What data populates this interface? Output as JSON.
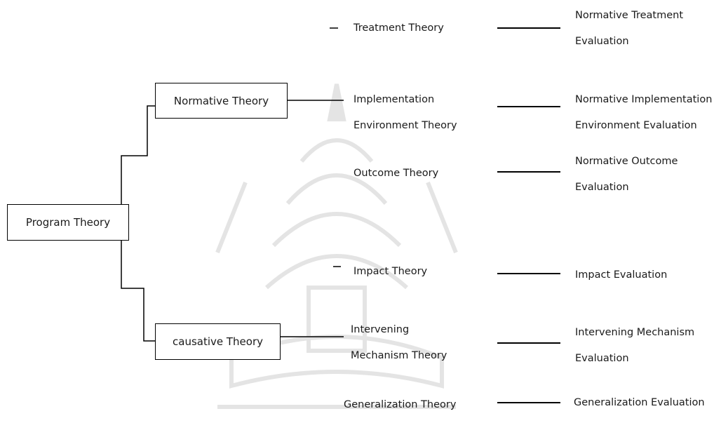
{
  "root": {
    "label": "Program Theory"
  },
  "branches": [
    {
      "label": "Normative Theory",
      "children": [
        {
          "theory": [
            "Treatment Theory"
          ],
          "evaluation": [
            "Normative Treatment",
            "Evaluation"
          ]
        },
        {
          "theory": [
            "Implementation",
            "Environment Theory"
          ],
          "evaluation": [
            "Normative Implementation",
            "Environment Evaluation"
          ]
        },
        {
          "theory": [
            "Outcome Theory"
          ],
          "evaluation": [
            "Normative Outcome",
            "Evaluation"
          ]
        }
      ]
    },
    {
      "label": "causative Theory",
      "children": [
        {
          "theory": [
            "Impact Theory"
          ],
          "evaluation": [
            "Impact Evaluation"
          ]
        },
        {
          "theory": [
            "Intervening",
            "Mechanism Theory"
          ],
          "evaluation": [
            "Intervening Mechanism",
            "Evaluation"
          ]
        },
        {
          "theory": [
            "Generalization Theory"
          ],
          "evaluation": [
            "Generalization Evaluation"
          ]
        }
      ]
    }
  ]
}
